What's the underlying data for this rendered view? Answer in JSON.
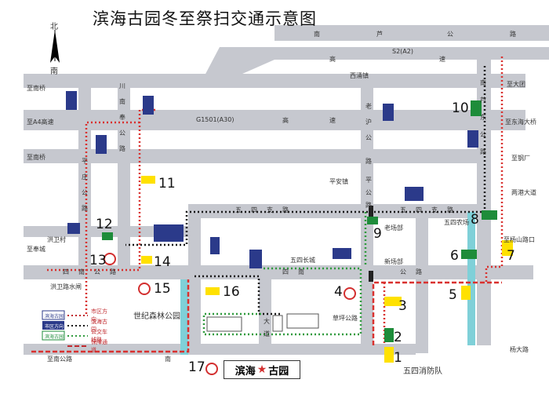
{
  "title": "滨海古园冬至祭扫交通示意图",
  "compass": {
    "north_label": "北",
    "south_label": "南"
  },
  "roads": {
    "nanlu": [
      "南",
      "芦",
      "公",
      "路"
    ],
    "s2": "S2(A2)",
    "gaosu": [
      "高",
      "速"
    ],
    "xiyong": "西涌镇",
    "zhinanqiao_1": "至南桥",
    "zhinanqiao_2": "至南桥",
    "a4": "至A4高速",
    "zhidatuan": "至大团",
    "zhidongdaqiao": "至东海大桥",
    "zhiwanganchang": "至钢厂",
    "chuannan": [
      "川",
      "南",
      "奉",
      "公",
      "路"
    ],
    "g1501": "G1501(A30)",
    "gaosu2": [
      "高",
      "速"
    ],
    "pingan": [
      "平",
      "庄",
      "公",
      "路"
    ],
    "pingan_town": "平安镇",
    "lao_hu_gong": [
      "老",
      "沪",
      "公",
      "路"
    ],
    "pingan_gong": [
      "平",
      "公",
      "路"
    ],
    "nanfeng": [
      "南",
      "芦",
      "东",
      "公",
      "路"
    ],
    "wusi_zhilu": [
      "五",
      "四",
      "支",
      "路"
    ],
    "wusi_zhilu_e": [
      "五",
      "四",
      "支",
      "路"
    ],
    "liangnan": "两港大道",
    "wusi_changcheng": "五四长城",
    "wusi_farm": "五四农场",
    "laochangbu": "老场部",
    "xinchangbu": "新场部",
    "sinan_gonglu": [
      "四",
      "南",
      "公",
      "路"
    ],
    "sinan_gonglu_w": [
      "四",
      "南",
      "公",
      "路"
    ],
    "hongwei": "洪卫村",
    "zhifengcheng": "至奉城",
    "hongwei_shuizha": "洪卫路水闸",
    "dadao": [
      "大",
      "道"
    ],
    "caoping": "草坪公路",
    "wusi_xiaofang": "五四消防队",
    "zhiyangshan": "至杨山路口",
    "nan_bottom": "南",
    "jinan": "至南公路",
    "yangdalu": "杨大路"
  },
  "numbers": [
    "1",
    "2",
    "3",
    "4",
    "5",
    "6",
    "7",
    "8",
    "9",
    "10",
    "11",
    "12",
    "13",
    "14",
    "15",
    "16",
    "17"
  ],
  "park": "世纪森林公园",
  "brand": {
    "left": "滨海",
    "right": "古园"
  },
  "legend": {
    "items": [
      {
        "label": "市区方向",
        "color": "#c0292d",
        "kind": "dotted-red"
      },
      {
        "label": "滨海古园",
        "color": "#111111",
        "kind": "dotted-black"
      },
      {
        "label": "公交车线路",
        "color": "#1b7a2b",
        "kind": "dotted-green"
      },
      {
        "label": "保障通道",
        "color": "#c0292d",
        "kind": "dashed-red"
      }
    ],
    "boxes": [
      "滨海古园",
      "市区方向",
      "滨海古园"
    ]
  },
  "colors": {
    "road": "#c6c8cf",
    "red_route": "#d9312f",
    "black_route": "#1a1a1a",
    "green_route": "#2f9a3d",
    "water": "#7fd0d8",
    "sign_blue": "#2b3a8a",
    "sign_green": "#1e8c3a",
    "sign_yellow": "#ffe100"
  }
}
